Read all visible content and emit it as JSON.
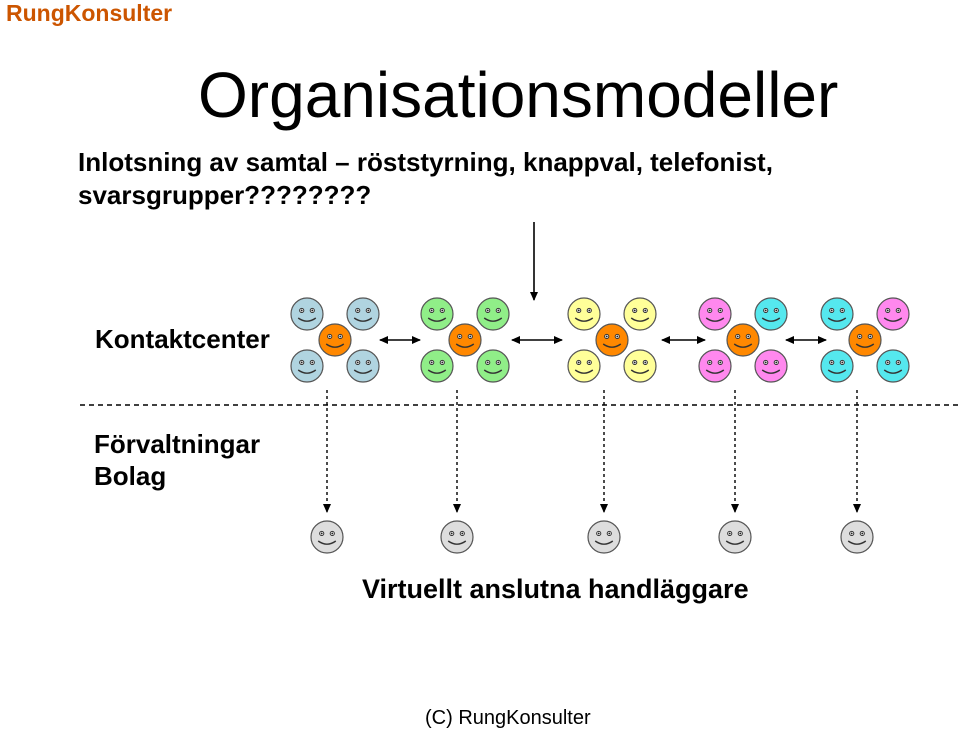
{
  "brand": "RungKonsulter",
  "title": "Organisationsmodeller",
  "subtitle": {
    "line1": "Inlotsning av samtal – röststyrning, knappval, telefonist,",
    "line2": "svarsgrupper????????"
  },
  "labels": {
    "contact_center": "Kontaktcenter",
    "departments_line1": "Förvaltningar",
    "departments_line2": "Bolag",
    "virtual_agents": "Virtuellt anslutna handläggare"
  },
  "footer": "(C) RungKonsulter",
  "colors": {
    "brand": "#cc5500",
    "group_blue": "#b0d4e0",
    "group_green": "#90ee88",
    "group_yellow": "#ffff99",
    "group_pink": "#ff88ee",
    "group_cyan": "#55e8ee",
    "center_orange": "#ff8800",
    "agent_gray": "#dddddd"
  },
  "groups": [
    {
      "name": "group-1",
      "outer_color": "#b0d4e0"
    },
    {
      "name": "group-2",
      "outer_color": "#90ee88"
    },
    {
      "name": "group-3",
      "outer_color": "#ffff99"
    },
    {
      "name": "group-4",
      "outer_color": "#ff88ee",
      "mixed": [
        "#ff88ee",
        "#55e8ee",
        "#ff88ee",
        "#ff88ee"
      ]
    },
    {
      "name": "group-5",
      "outer_color": "#55e8ee",
      "mixed": [
        "#55e8ee",
        "#ff88ee",
        "#55e8ee",
        "#55e8ee"
      ]
    }
  ]
}
